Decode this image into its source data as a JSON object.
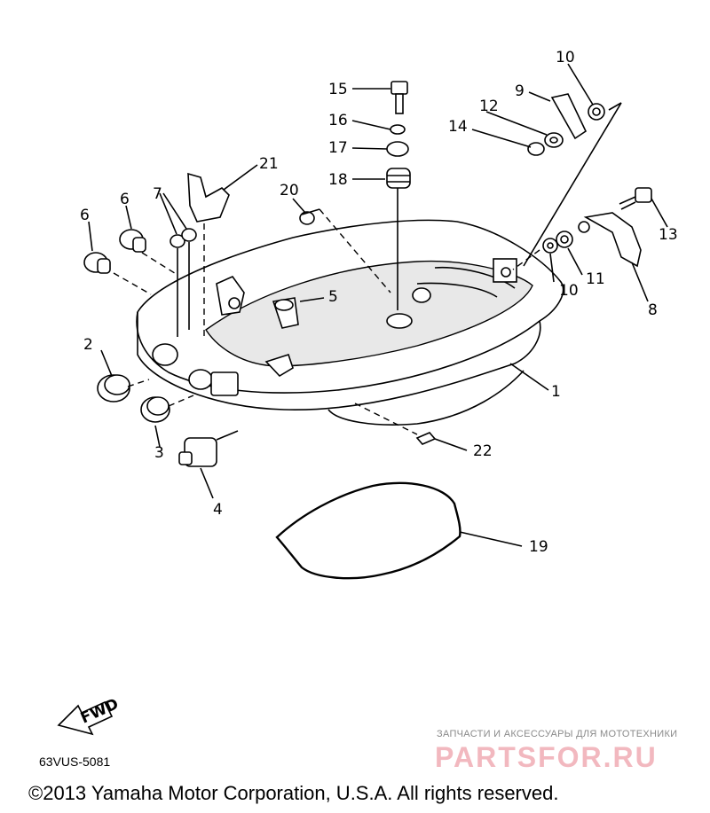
{
  "callouts": [
    "1",
    "2",
    "3",
    "4",
    "5",
    "6",
    "6",
    "7",
    "8",
    "9",
    "10",
    "10",
    "11",
    "12",
    "13",
    "14",
    "15",
    "16",
    "17",
    "18",
    "19",
    "20",
    "21",
    "22"
  ],
  "fwd_label": "FWD",
  "part_code": "63VUS-5081",
  "watermark": {
    "caption": "ЗАПЧАСТИ И АКСЕССУАРЫ ДЛЯ МОТОТЕХНИКИ",
    "brand": "PARTSFOR.RU"
  },
  "copyright": "©2013 Yamaha Motor Corporation, U.S.A. All rights reserved.",
  "colors": {
    "ink": "#000000",
    "watermark_brand": "#f2b8bf",
    "watermark_caption": "#8a8a8a"
  }
}
